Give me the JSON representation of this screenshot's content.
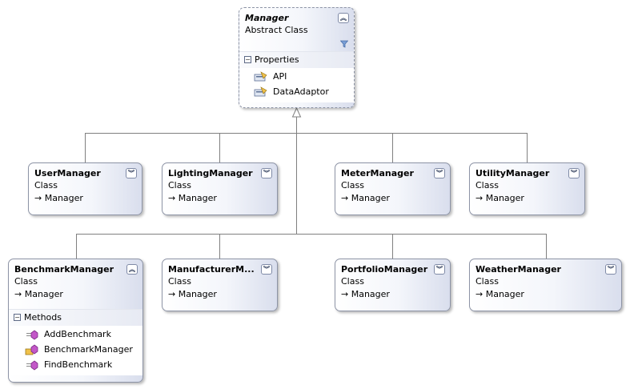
{
  "classes": {
    "manager": {
      "name": "Manager",
      "kind": "Abstract Class",
      "toggle_icon": "collapse-icon",
      "filter_icon": "filter-icon",
      "section": "Properties",
      "members": [
        {
          "name": "API",
          "icon": "property-icon"
        },
        {
          "name": "DataAdaptor",
          "icon": "property-icon"
        }
      ]
    },
    "user_manager": {
      "name": "UserManager",
      "kind": "Class",
      "base": "→ Manager"
    },
    "lighting_manager": {
      "name": "LightingManager",
      "kind": "Class",
      "base": "→ Manager"
    },
    "meter_manager": {
      "name": "MeterManager",
      "kind": "Class",
      "base": "→ Manager"
    },
    "utility_manager": {
      "name": "UtilityManager",
      "kind": "Class",
      "base": "→ Manager"
    },
    "benchmark_manager": {
      "name": "BenchmarkManager",
      "kind": "Class",
      "base": "→ Manager",
      "section": "Methods",
      "members": [
        {
          "name": "AddBenchmark",
          "icon": "method-icon"
        },
        {
          "name": "BenchmarkManager",
          "icon": "constructor-icon"
        },
        {
          "name": "FindBenchmark",
          "icon": "method-icon"
        }
      ]
    },
    "manufacturer_manager": {
      "name": "ManufacturerM...",
      "kind": "Class",
      "base": "→ Manager"
    },
    "portfolio_manager": {
      "name": "PortfolioManager",
      "kind": "Class",
      "base": "→ Manager"
    },
    "weather_manager": {
      "name": "WeatherManager",
      "kind": "Class",
      "base": "→ Manager"
    }
  },
  "colors": {
    "connector": "#808080",
    "box_border": "#8d94a6",
    "box_gradient_end": "#d9deed"
  }
}
